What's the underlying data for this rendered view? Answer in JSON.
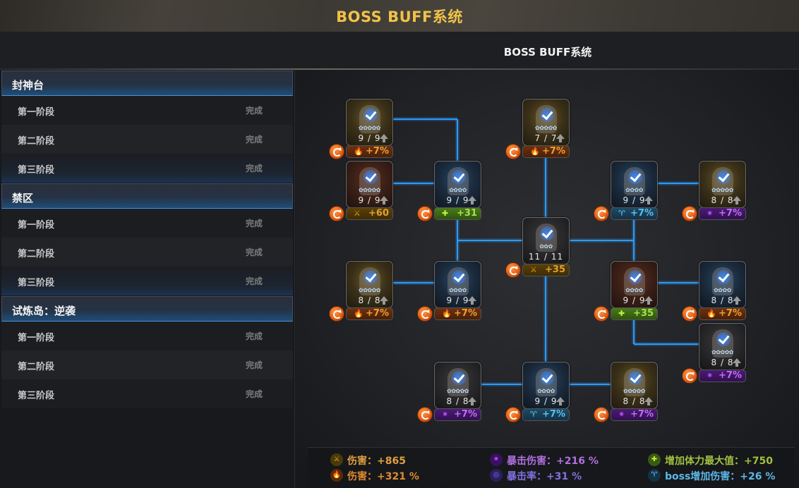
{
  "banner": {
    "title": "BOSS BUFF系统"
  },
  "subheader": {
    "title": "BOSS BUFF系统"
  },
  "sidebar": {
    "groups": [
      {
        "title": "封神台",
        "stages": [
          {
            "name": "第一阶段",
            "status": "完成"
          },
          {
            "name": "第二阶段",
            "status": "完成"
          },
          {
            "name": "第三阶段",
            "status": "完成"
          }
        ]
      },
      {
        "title": "禁区",
        "stages": [
          {
            "name": "第一阶段",
            "status": "完成"
          },
          {
            "name": "第二阶段",
            "status": "完成"
          },
          {
            "name": "第三阶段",
            "status": "完成"
          }
        ]
      },
      {
        "title": "试炼岛：逆袭",
        "stages": [
          {
            "name": "第一阶段",
            "status": "完成"
          },
          {
            "name": "第二阶段",
            "status": "完成"
          },
          {
            "name": "第三阶段",
            "status": "完成"
          }
        ]
      }
    ]
  },
  "buff_types": {
    "fire": {
      "icon": "flame-icon",
      "glyph": "🔥",
      "color": "#f0a030"
    },
    "rifle": {
      "icon": "rifle-icon",
      "glyph": "⚔",
      "color": "#e0a030"
    },
    "hp": {
      "icon": "plus-icon",
      "glyph": "✚",
      "color": "#a8e050"
    },
    "boss": {
      "icon": "ram-horns-icon",
      "glyph": "♈",
      "color": "#5ac0f0"
    },
    "crit": {
      "icon": "crit-burst-icon",
      "glyph": "✷",
      "color": "#c070f0"
    }
  },
  "nodes": [
    {
      "id": "n1",
      "level": "9 / 9",
      "stars": 5,
      "arrow": true,
      "theme": "gold",
      "buff": "fire",
      "value": "+7%"
    },
    {
      "id": "n2",
      "level": "7 / 7",
      "stars": 5,
      "arrow": true,
      "theme": "gold",
      "buff": "fire",
      "value": "+7%"
    },
    {
      "id": "n3",
      "level": "9 / 9",
      "stars": 5,
      "arrow": true,
      "theme": "red",
      "buff": "rifle",
      "value": "+60"
    },
    {
      "id": "n4",
      "level": "9 / 9",
      "stars": 4,
      "arrow": true,
      "theme": "blue",
      "buff": "hp",
      "value": "+31"
    },
    {
      "id": "n5",
      "level": "9 / 9",
      "stars": 4,
      "arrow": true,
      "theme": "blue",
      "buff": "boss",
      "value": "+7%"
    },
    {
      "id": "n6",
      "level": "8 / 8",
      "stars": 5,
      "arrow": true,
      "theme": "gold",
      "buff": "crit",
      "value": "+7%"
    },
    {
      "id": "n7",
      "level": "11 / 11",
      "stars": 3,
      "arrow": false,
      "theme": "dark",
      "buff": "rifle",
      "value": "+35"
    },
    {
      "id": "n8",
      "level": "8 / 8",
      "stars": 5,
      "arrow": true,
      "theme": "gold",
      "buff": "fire",
      "value": "+7%"
    },
    {
      "id": "n9",
      "level": "9 / 9",
      "stars": 4,
      "arrow": true,
      "theme": "blue",
      "buff": "fire",
      "value": "+7%"
    },
    {
      "id": "n10",
      "level": "9 / 9",
      "stars": 4,
      "arrow": true,
      "theme": "red",
      "buff": "hp",
      "value": "+35"
    },
    {
      "id": "n11",
      "level": "8 / 8",
      "stars": 4,
      "arrow": true,
      "theme": "blue",
      "buff": "fire",
      "value": "+7%"
    },
    {
      "id": "n12",
      "level": "8 / 8",
      "stars": 5,
      "arrow": true,
      "theme": "dark",
      "buff": "crit",
      "value": "+7%"
    },
    {
      "id": "n13",
      "level": "8 / 8",
      "stars": 5,
      "arrow": true,
      "theme": "dark",
      "buff": "crit",
      "value": "+7%"
    },
    {
      "id": "n14",
      "level": "9 / 9",
      "stars": 4,
      "arrow": true,
      "theme": "blue",
      "buff": "boss",
      "value": "+7%"
    },
    {
      "id": "n15",
      "level": "8 / 8",
      "stars": 5,
      "arrow": true,
      "theme": "gold",
      "buff": "crit",
      "value": "+7%"
    }
  ],
  "summary": [
    {
      "buff": "rifle",
      "label": "伤害：+865",
      "color": "#e0a040"
    },
    {
      "buff": "fire",
      "label": "伤害：+321 %",
      "color": "#e08a30"
    },
    {
      "buff": "crit",
      "label": "暴击伤害：+216 %",
      "color": "#b070e0"
    },
    {
      "buff": "critrate",
      "label": "暴击率：+31 %",
      "color": "#8070e0"
    },
    {
      "buff": "hp",
      "label": "增加体力最大值：+750",
      "color": "#a0c040"
    },
    {
      "buff": "boss",
      "label": "boss增加伤害：+26 %",
      "color": "#5ab8e8"
    }
  ]
}
